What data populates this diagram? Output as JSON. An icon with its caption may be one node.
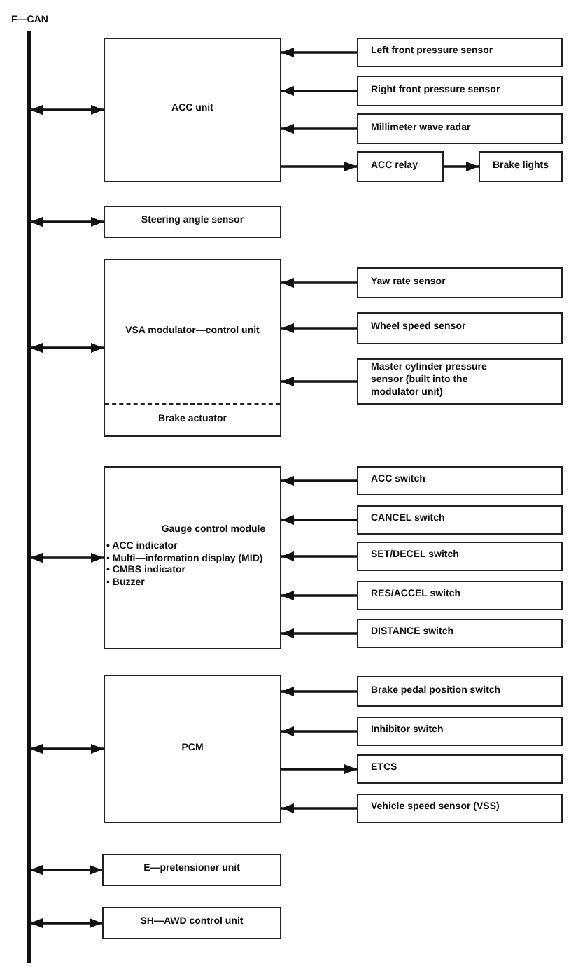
{
  "diagram": {
    "nodes": [
      {
        "text": [
          "F—CAN"
        ]
      },
      {
        "text": [
          "ACC unit"
        ]
      },
      {
        "text": [
          "Left front pressure sensor"
        ]
      },
      {
        "text": [
          "Right front pressure sensor"
        ]
      },
      {
        "text": [
          "Millimeter wave radar"
        ]
      },
      {
        "text": [
          "ACC relay"
        ]
      },
      {
        "text": [
          "Brake lights"
        ]
      },
      {
        "text": [
          "Steering angle sensor"
        ]
      },
      {
        "text": [
          "VSA modulator—control unit",
          "Brake actuator"
        ]
      },
      {
        "text": [
          "Yaw rate sensor"
        ]
      },
      {
        "text": [
          "Wheel speed sensor"
        ]
      },
      {
        "text": [
          "Master cylinder pressure sensor (built into the modulator unit)"
        ]
      },
      {
        "text": [
          "Gauge control module",
          "• ACC indicator",
          "• Multi—information display (MID)",
          "• CMBS indicator",
          "• Buzzer"
        ]
      },
      {
        "text": [
          "ACC switch"
        ]
      },
      {
        "text": [
          "CANCEL switch"
        ]
      },
      {
        "text": [
          "SET/DECEL switch"
        ]
      },
      {
        "text": [
          "RES/ACCEL switch"
        ]
      },
      {
        "text": [
          "DISTANCE switch"
        ]
      },
      {
        "text": [
          "PCM"
        ]
      },
      {
        "text": [
          "Brake pedal position switch"
        ]
      },
      {
        "text": [
          "Inhibitor switch"
        ]
      },
      {
        "text": [
          "ETCS"
        ]
      },
      {
        "text": [
          "Vehicle speed sensor (VSS)"
        ]
      },
      {
        "text": [
          "E—pretensioner unit"
        ]
      },
      {
        "text": [
          "SH—AWD control unit"
        ]
      }
    ],
    "edges": [
      {
        "from": 0,
        "to": 1,
        "arrow": "both"
      },
      {
        "from": 2,
        "to": 1,
        "arrow": "to"
      },
      {
        "from": 3,
        "to": 1,
        "arrow": "to"
      },
      {
        "from": 4,
        "to": 1,
        "arrow": "to"
      },
      {
        "from": 1,
        "to": 5,
        "arrow": "to"
      },
      {
        "from": 5,
        "to": 6,
        "arrow": "to"
      },
      {
        "from": 0,
        "to": 7,
        "arrow": "both"
      },
      {
        "from": 0,
        "to": 8,
        "arrow": "both"
      },
      {
        "from": 9,
        "to": 8,
        "arrow": "to"
      },
      {
        "from": 10,
        "to": 8,
        "arrow": "to"
      },
      {
        "from": 11,
        "to": 8,
        "arrow": "to"
      },
      {
        "from": 0,
        "to": 12,
        "arrow": "both"
      },
      {
        "from": 13,
        "to": 12,
        "arrow": "to"
      },
      {
        "from": 14,
        "to": 12,
        "arrow": "to"
      },
      {
        "from": 15,
        "to": 12,
        "arrow": "to"
      },
      {
        "from": 16,
        "to": 12,
        "arrow": "to"
      },
      {
        "from": 17,
        "to": 12,
        "arrow": "to"
      },
      {
        "from": 0,
        "to": 18,
        "arrow": "both"
      },
      {
        "from": 19,
        "to": 18,
        "arrow": "to"
      },
      {
        "from": 20,
        "to": 18,
        "arrow": "to"
      },
      {
        "from": 18,
        "to": 21,
        "arrow": "to"
      },
      {
        "from": 22,
        "to": 18,
        "arrow": "to"
      },
      {
        "from": 0,
        "to": 23,
        "arrow": "both"
      },
      {
        "from": 0,
        "to": 24,
        "arrow": "both"
      }
    ]
  }
}
